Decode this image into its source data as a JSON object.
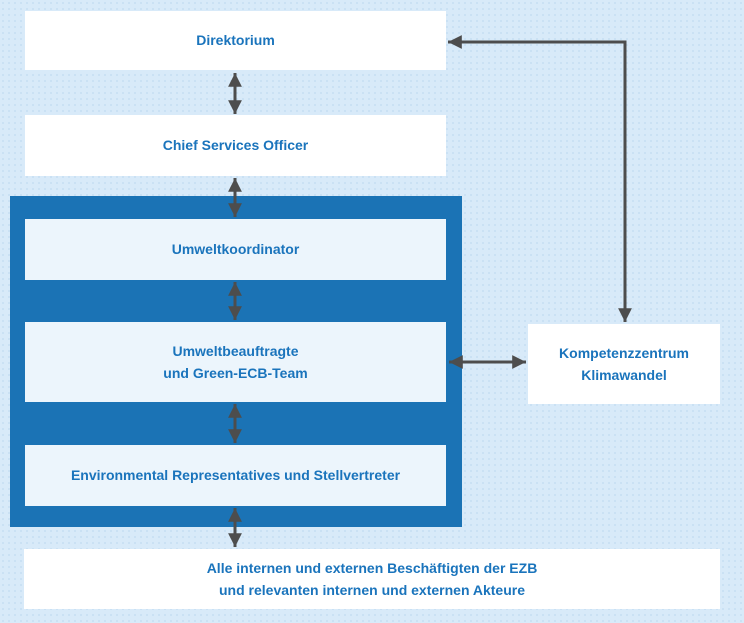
{
  "diagram": {
    "description": "Organigramm des Umweltmanagements der EZB",
    "nodes": {
      "direktorium": {
        "label": "Direktorium"
      },
      "chief_services_officer": {
        "label": "Chief Services Officer"
      },
      "umweltkoordinator": {
        "label": "Umweltkoordinator"
      },
      "umweltbeauftragte": {
        "label": "Umweltbeauftragte\nund Green-ECB-Team"
      },
      "environmental_representatives": {
        "label": "Environmental Representatives und Stellvertreter"
      },
      "kompetenzzentrum": {
        "label": "Kompetenzzentrum\nKlimawandel"
      },
      "beschaeftigte": {
        "label": "Alle internen und externen Beschäftigten der EZB\nund relevanten internen und externen Akteure"
      }
    },
    "colors": {
      "background": "#d8eaf9",
      "container_band": "#1b73b5",
      "inner_box": "#ecf5fc",
      "node_box": "#ffffff",
      "label_text": "#1a74bc",
      "arrow": "#4d4d4d"
    }
  }
}
